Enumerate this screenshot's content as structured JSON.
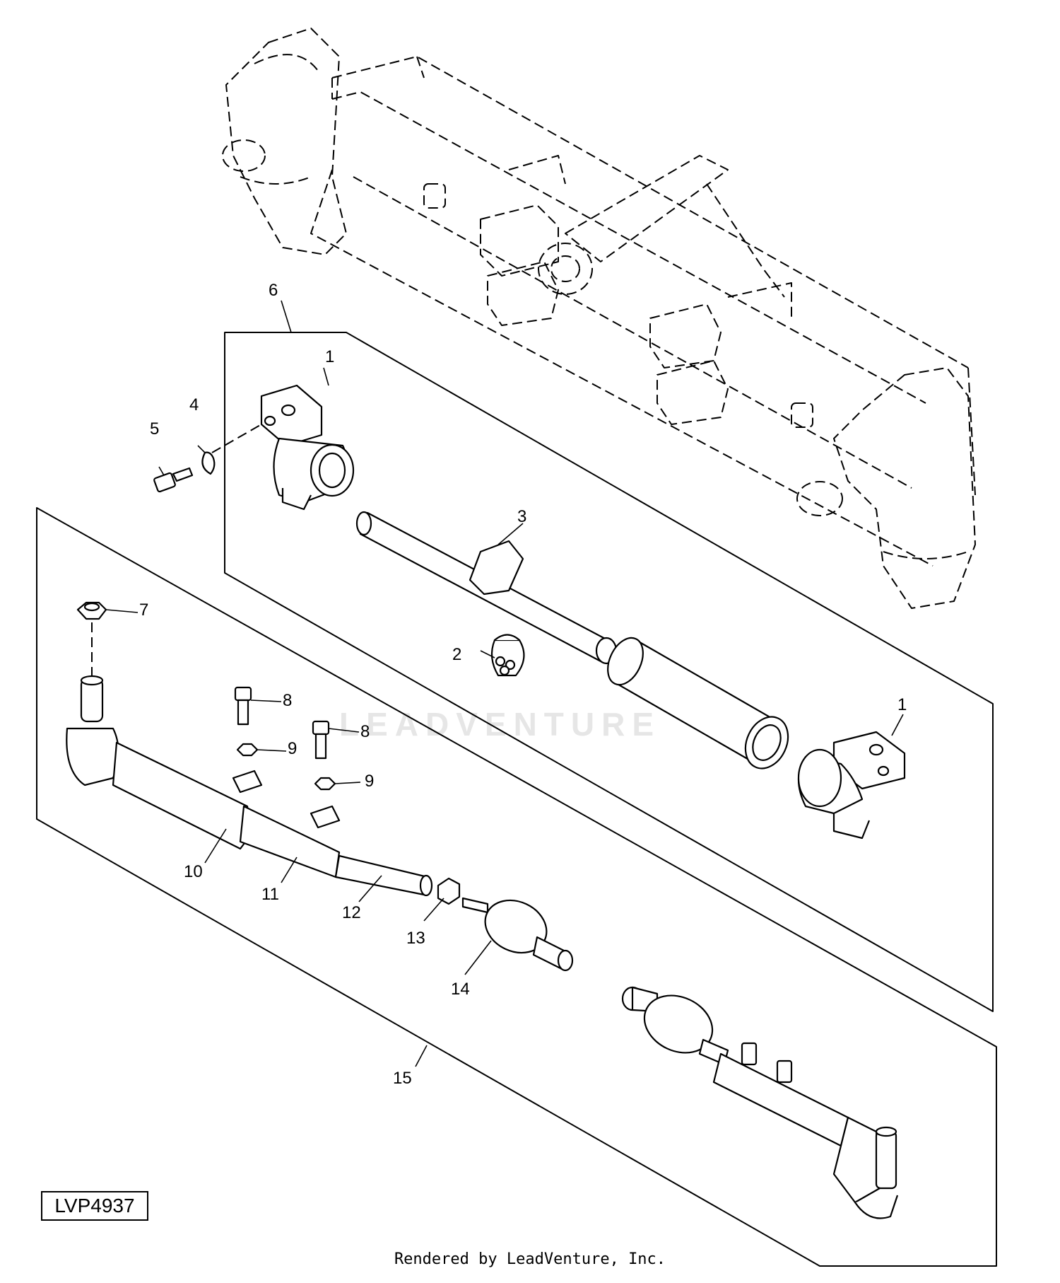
{
  "diagram": {
    "callouts": [
      "1",
      "1",
      "2",
      "3",
      "4",
      "5",
      "6",
      "7",
      "8",
      "8",
      "9",
      "9",
      "10",
      "11",
      "12",
      "13",
      "14",
      "15"
    ],
    "watermark": "LEADVENTURE",
    "ref_code": "LVP4937",
    "credit": "Rendered by LeadVenture, Inc."
  }
}
